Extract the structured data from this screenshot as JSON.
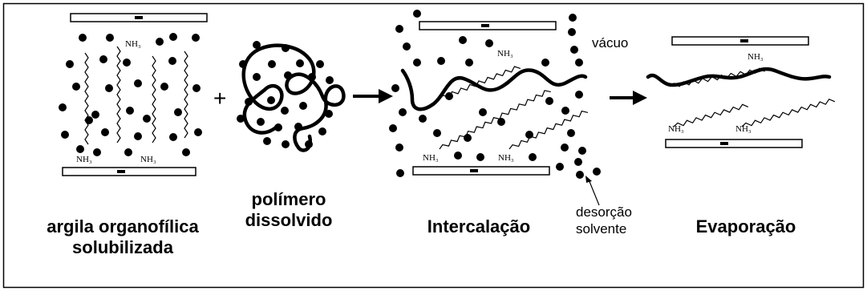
{
  "stages": [
    {
      "label_line1": "argila organofílica",
      "label_line2": "solubilizada"
    },
    {
      "label_line1": "polímero",
      "label_line2": "dissolvido"
    },
    {
      "label": "Intercalação"
    },
    {
      "label": "Evaporação"
    }
  ],
  "operators": {
    "plus": "+"
  },
  "annotations": {
    "vacuum": "vácuo",
    "desorption_line1": "desorção",
    "desorption_line2": "solvente"
  },
  "chemical_labels": {
    "stage1_top": "NH₃",
    "stage1_bottom_left": "NH₃",
    "stage1_bottom_right": "NH₃",
    "stage3_top": "NH₃",
    "stage3_bottom_left": "NH₃",
    "stage3_bottom_right": "NH₃",
    "stage4_top": "NH₃",
    "stage4_bottom_left": "NH₃",
    "stage4_bottom_right": "NH₃"
  },
  "colors": {
    "ink": "#000000",
    "background": "#ffffff",
    "frame": "#000000"
  }
}
